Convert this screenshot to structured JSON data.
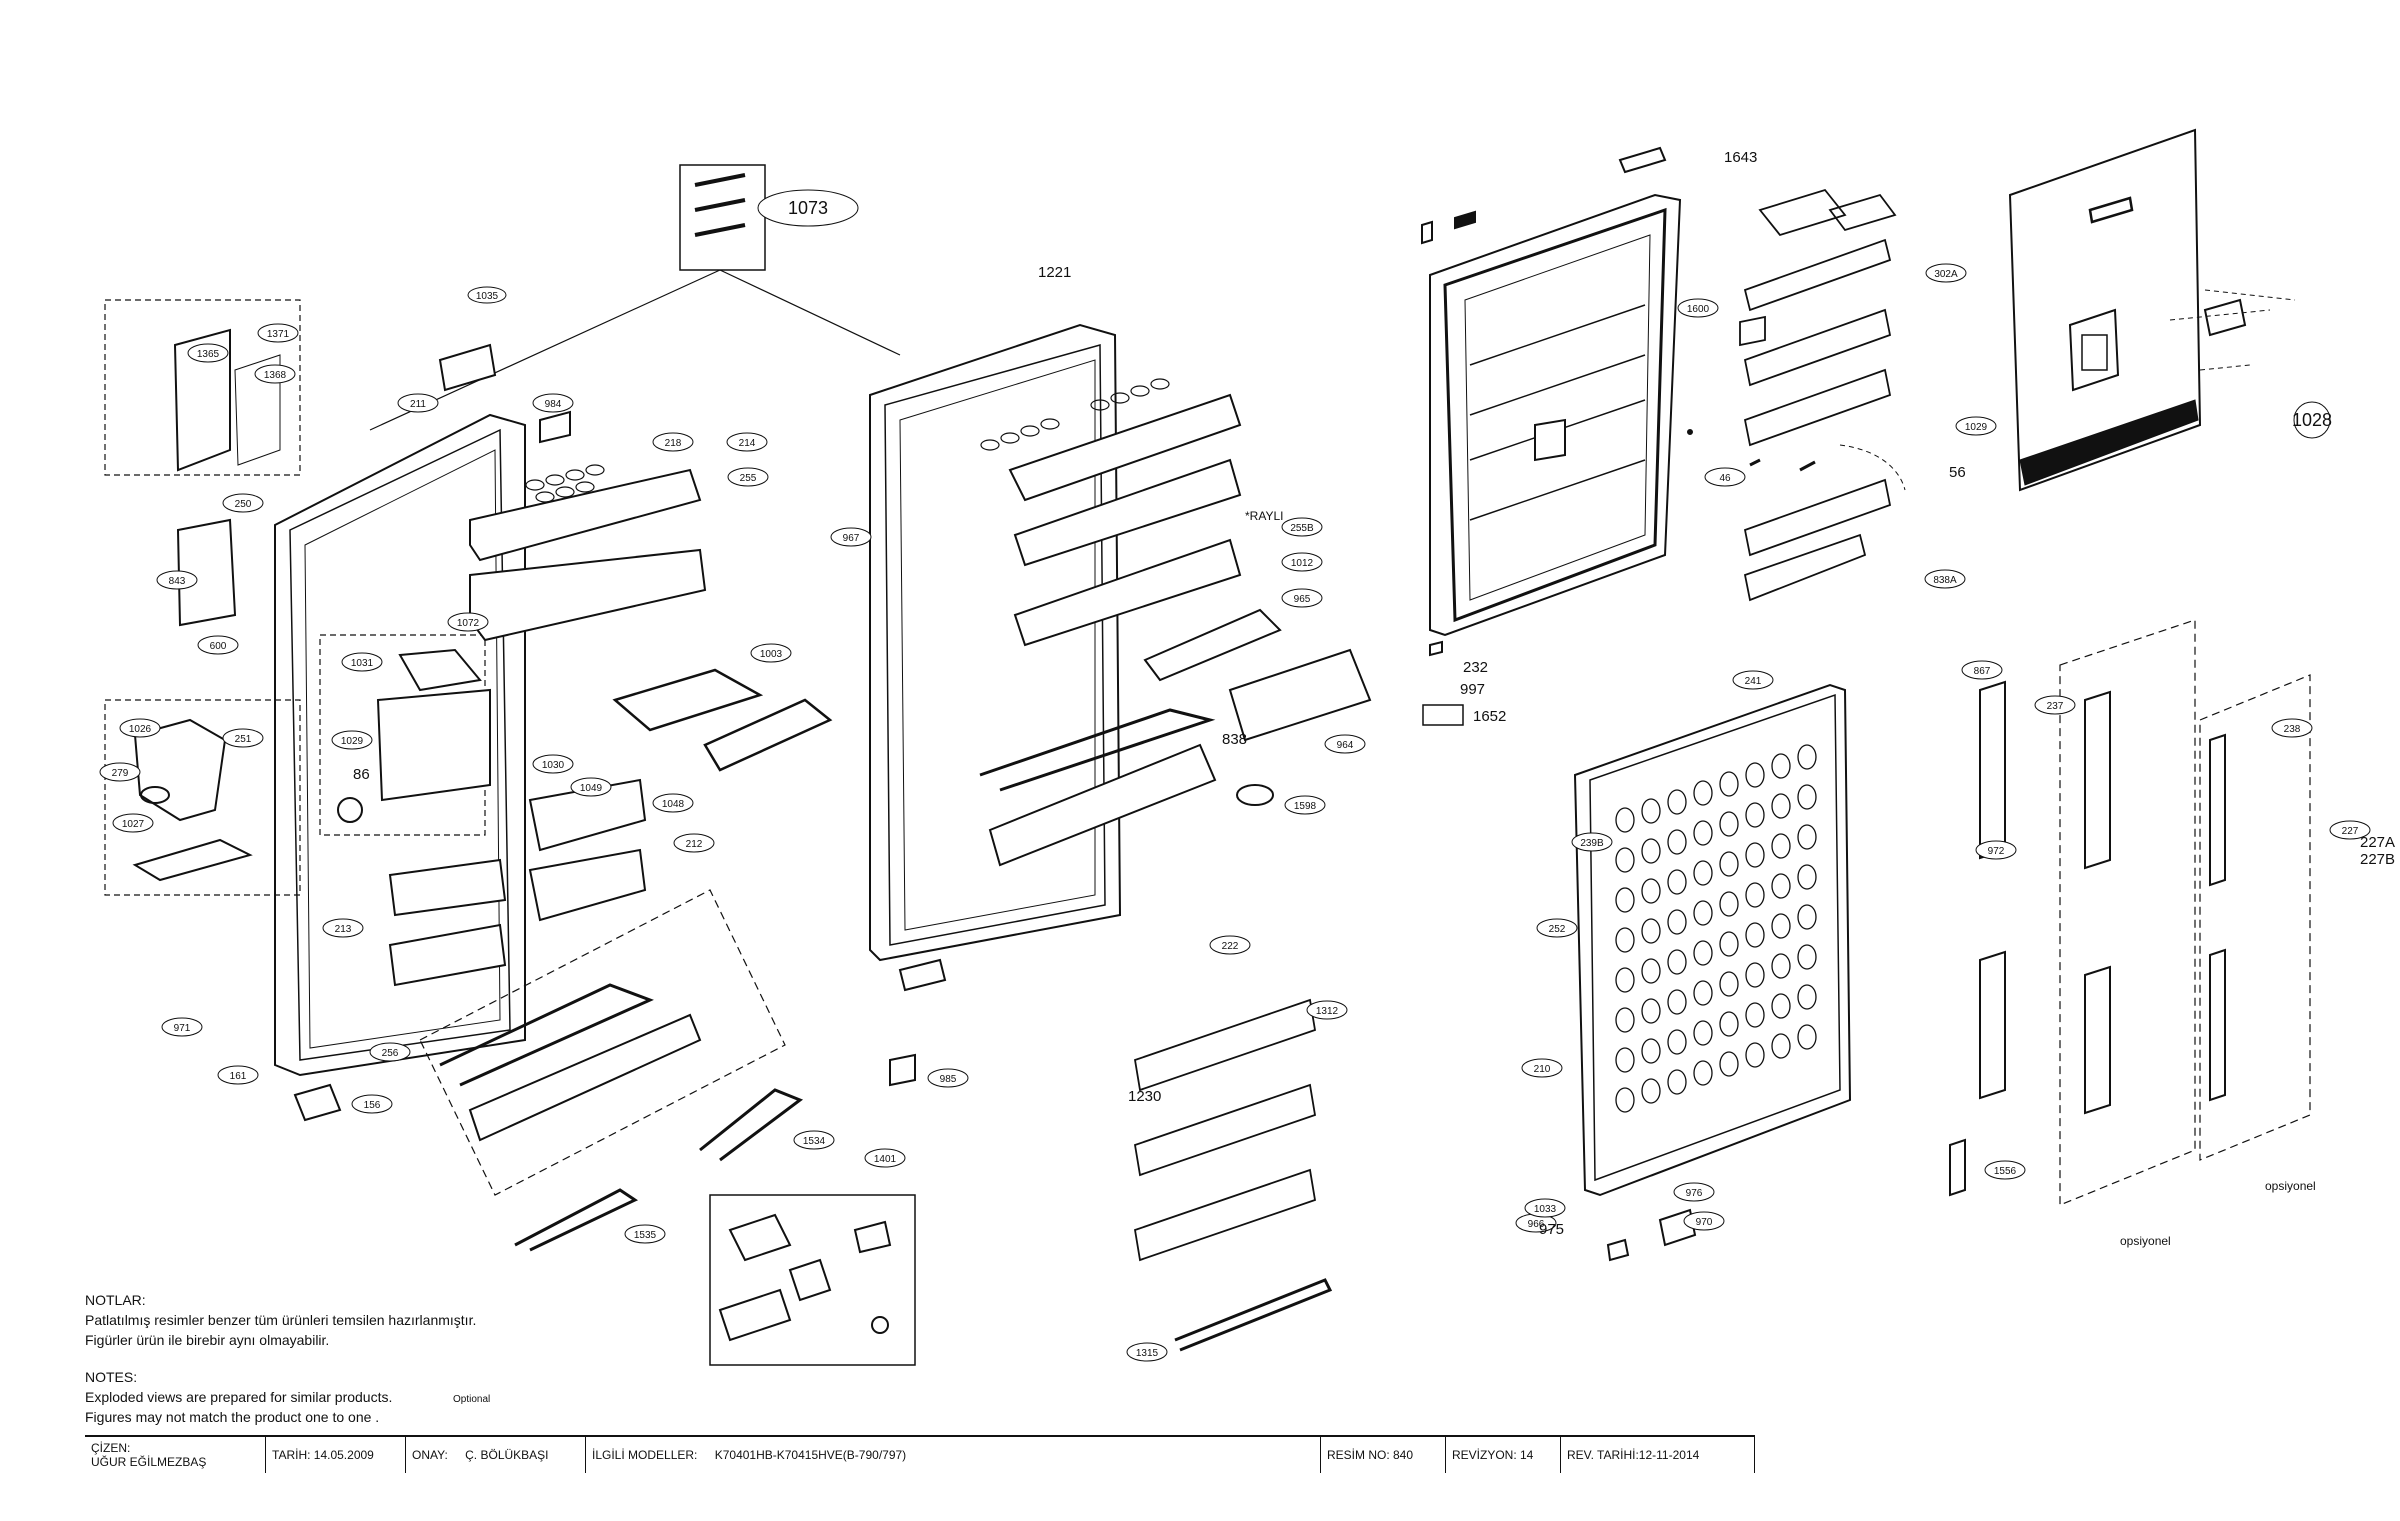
{
  "callouts": [
    "1073",
    "1035",
    "1371",
    "1365",
    "1368",
    "211",
    "984",
    "218",
    "214",
    "255",
    "250",
    "843",
    "600",
    "1072",
    "1031",
    "1029",
    "86",
    "1030",
    "1026",
    "251",
    "279",
    "1027",
    "1049",
    "1048",
    "212",
    "213",
    "971",
    "161",
    "256",
    "156",
    "1003",
    "1534",
    "1535",
    "1401",
    "1221",
    "967",
    "255B",
    "1012",
    "965",
    "964",
    "838",
    "1598",
    "985",
    "222",
    "1312",
    "1230",
    "1315",
    "1643",
    "1600",
    "302A",
    "1029",
    "56",
    "46",
    "838A",
    "232",
    "997",
    "1652",
    "241",
    "239B",
    "252",
    "210",
    "966",
    "1033",
    "975",
    "976",
    "970",
    "867",
    "237",
    "972",
    "238",
    "227",
    "227A",
    "227B",
    "1556",
    "1028"
  ],
  "annotations": {
    "rayli": "*RAYLI",
    "optional_small": "Optional",
    "opsiyonel": "opsiyonel"
  },
  "notes": {
    "tr_heading": "NOTLAR:",
    "tr_line1": "Patlatılmış  resimler benzer tüm ürünleri temsilen  hazırlanmıştır.",
    "tr_line2": "Figürler ürün ile birebir aynı olmayabilir.",
    "en_heading": "NOTES:",
    "en_line1": "Exploded views are prepared for similar products.",
    "en_line2": "Figures  may not match the product one to one ."
  },
  "titleblock": {
    "cizen_label": "ÇİZEN:",
    "cizen_value": "UĞUR EĞİLMEZBAŞ",
    "tarih": "TARİH: 14.05.2009",
    "onay_label": "ONAY:",
    "onay_value": "Ç. BÖLÜKBAŞI",
    "models_label": "İLGİLİ MODELLER:",
    "models_value": "K70401HB-K70415HVE(B-790/797)",
    "resim": "RESİM NO: 840",
    "revizyon": "REVİZYON: 14",
    "rev_tarihi": "REV. TARİHİ:12-11-2014"
  },
  "colors": {
    "ink": "#111111",
    "paper": "#ffffff",
    "shade": "#e6e6e6"
  }
}
